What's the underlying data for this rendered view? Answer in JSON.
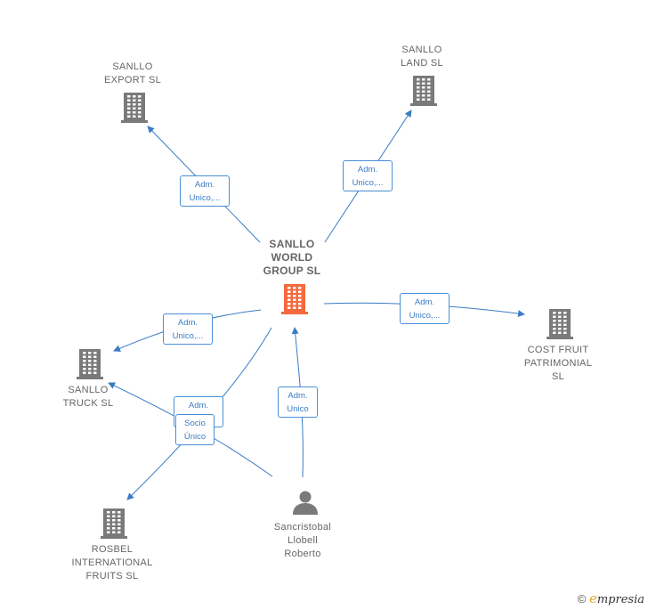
{
  "nodes": {
    "center": {
      "label": "SANLLO\nWORLD\nGROUP  SL",
      "color": "#f26a3d"
    },
    "export": {
      "label": "SANLLO\nEXPORT  SL"
    },
    "land": {
      "label": "SANLLO\nLAND  SL"
    },
    "truck": {
      "label": "SANLLO\nTRUCK  SL"
    },
    "cost": {
      "label": "COST FRUIT\nPATRIMONIAL\nSL"
    },
    "rosbel": {
      "label": "ROSBEL\nINTERNATIONAL\nFRUITS  SL"
    },
    "person": {
      "label": "Sancristobal\nLlobell\nRoberto"
    }
  },
  "edges": {
    "export": "Adm.\nUnico,...",
    "land": "Adm.\nUnico,...",
    "cost": "Adm.\nUnico,...",
    "truck": "Adm.\nUnico,...",
    "person_truck": "Adm.\nUnico,...",
    "socio": "Socio\nÚnico",
    "person_center": "Adm.\nUnico"
  },
  "colors": {
    "edge": "#3b7cc4",
    "building": "#7a7a7a",
    "building_center": "#f26a3d"
  },
  "watermark": {
    "symbol": "©",
    "brand_initial": "e",
    "brand_rest": "mpresia"
  }
}
